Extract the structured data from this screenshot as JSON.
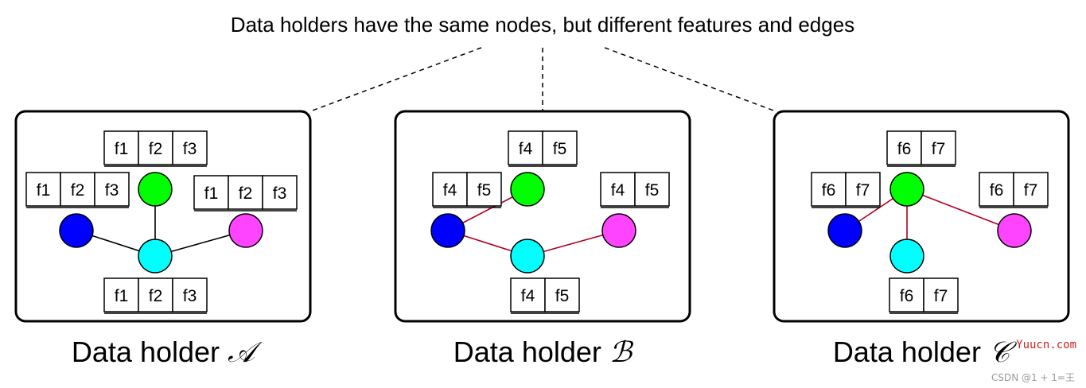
{
  "title": "Data holders have the same nodes, but different features and edges",
  "node_colors": {
    "blue": "#0000ff",
    "green": "#00ff00",
    "magenta": "#ff44ff",
    "cyan": "#00ffff"
  },
  "edge_colors": {
    "A": "#000000",
    "B": "#b00020",
    "C": "#b00020"
  },
  "holders": [
    {
      "id": "A",
      "caption_text": "Data holder ",
      "caption_symbol": "𝒜",
      "features": [
        "f1",
        "f2",
        "f3"
      ],
      "edges": [
        [
          "blue",
          "cyan"
        ],
        [
          "green",
          "cyan"
        ],
        [
          "magenta",
          "cyan"
        ]
      ]
    },
    {
      "id": "B",
      "caption_text": "Data holder ",
      "caption_symbol": "ℬ",
      "features": [
        "f4",
        "f5"
      ],
      "edges": [
        [
          "blue",
          "green"
        ],
        [
          "blue",
          "cyan"
        ],
        [
          "magenta",
          "cyan"
        ]
      ]
    },
    {
      "id": "C",
      "caption_text": "Data holder ",
      "caption_symbol": "𝒞",
      "features": [
        "f6",
        "f7"
      ],
      "edges": [
        [
          "green",
          "blue"
        ],
        [
          "green",
          "cyan"
        ],
        [
          "green",
          "magenta"
        ]
      ]
    }
  ],
  "watermark": {
    "site": "Yuucn.com",
    "credit": "CSDN @1 + 1=王"
  }
}
